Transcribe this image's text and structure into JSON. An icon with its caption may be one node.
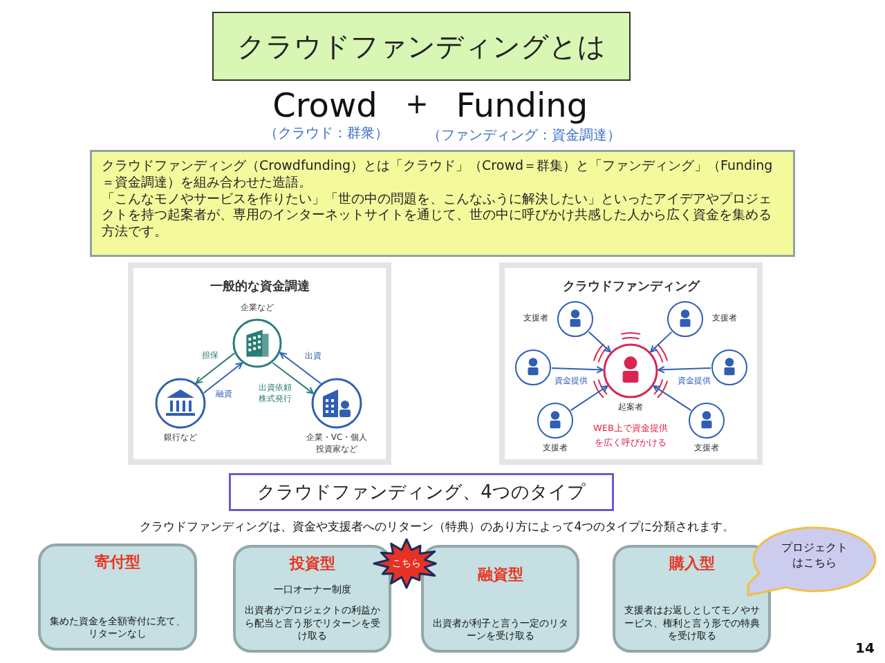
{
  "diagram": {
    "nodes": [
      {
        "text": [
          "クラウドファンディングとは"
        ]
      },
      {
        "text": [
          "クラウドファンディング（Crowdfunding）とは「クラウド」（Crowd＝群集）と「ファンディング」（Funding＝資金調達）を組み合わせた造語。",
          "「こんなモノやサービスを作りたい」「世の中の問題を、こんなふうに解決したい」といったアイデアやプロジェクトを持つ起案者が、専用のインターネットサイトを通じて、世の中に呼びかけ共感した人から広く資金を集める方法です。"
        ]
      },
      {
        "text": [
          "一般的な資金調達"
        ]
      },
      {
        "text": [
          "企業など"
        ],
        "in": 2
      },
      {
        "text": [
          "銀行など"
        ],
        "in": 2
      },
      {
        "text": [
          "企業・VC・個人投資家など"
        ],
        "in": 2
      },
      {
        "text": [
          "クラウドファンディング"
        ]
      },
      {
        "text": [
          "支援者"
        ],
        "in": 6
      },
      {
        "text": [
          "支援者"
        ],
        "in": 6
      },
      {
        "text": [],
        "shape": "circle",
        "in": 6
      },
      {
        "text": [
          "起案者"
        ],
        "in": 6
      },
      {
        "text": [],
        "shape": "circle",
        "in": 6
      },
      {
        "text": [
          "支援者"
        ],
        "in": 6
      },
      {
        "text": [
          "支援者"
        ],
        "in": 6
      },
      {
        "text": [
          "クラウドファンディング、4つのタイプ"
        ]
      },
      {
        "text": [
          "寄付型",
          "集めた資金を全額寄付に充て、リターンなし"
        ]
      },
      {
        "text": [
          "投資型",
          "一口オーナー制度",
          "出資者がプロジェクトの利益から配当と言う形でリターンを受け取る"
        ]
      },
      {
        "text": [
          "こちら"
        ]
      },
      {
        "text": [
          "融資型",
          "出資者が利子と言う一定のリターンを受け取る"
        ]
      },
      {
        "text": [
          "購入型",
          "支援者はお返しとしてモノやサービス、権利と言う形での特典を受け取る"
        ]
      },
      {
        "text": [
          "プロジェクトはこちら"
        ]
      }
    ],
    "edges": [
      {
        "from": 3,
        "to": 4,
        "arrow": "to",
        "label": "担保",
        "color": "#2a7d76"
      },
      {
        "from": 4,
        "to": 3,
        "arrow": "to",
        "label": "融資"
      },
      {
        "from": 3,
        "to": 5,
        "arrow": "to",
        "label": "出資依頼株式発行",
        "color": "#2a7d76"
      },
      {
        "from": 5,
        "to": 3,
        "arrow": "to",
        "label": "出資"
      },
      {
        "from": 7,
        "to": 10,
        "arrow": "to"
      },
      {
        "from": 8,
        "to": 10,
        "arrow": "to"
      },
      {
        "from": 9,
        "to": 10,
        "arrow": "to",
        "label": "資金提供"
      },
      {
        "from": 11,
        "to": 10,
        "arrow": "to",
        "label": "資金提供"
      },
      {
        "from": 12,
        "to": 10,
        "arrow": "to"
      },
      {
        "from": 13,
        "to": 10,
        "arrow": "to"
      }
    ],
    "labels": [
      "Crowd",
      "+",
      "Funding",
      "（クラウド：群衆）",
      "（ファンディング：資金調達）",
      "WEB上で資金提供を広く呼びかける",
      "クラウドファンディングは、資金や支援者へのリターン（特典）のあり方によって4つのタイプに分類されます。",
      "14"
    ]
  }
}
